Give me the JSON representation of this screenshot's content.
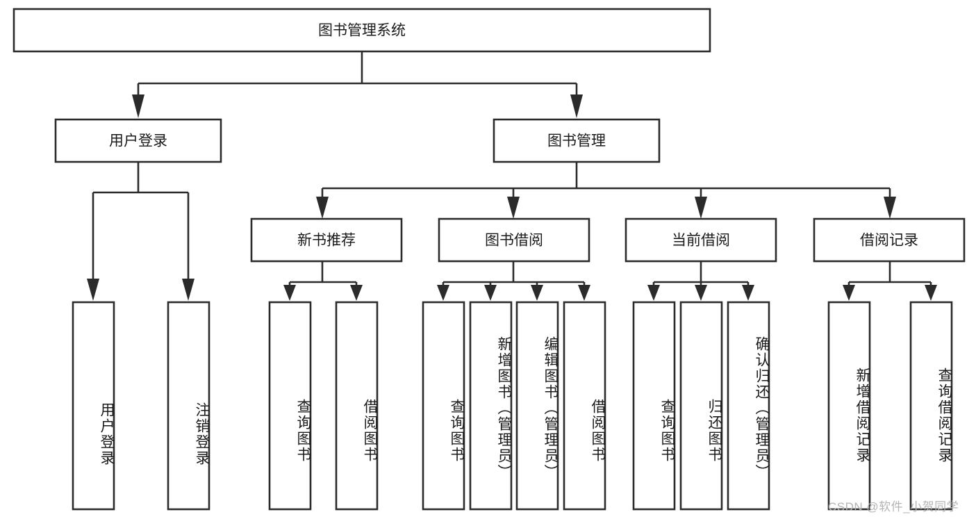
{
  "diagram": {
    "title": "图书管理系统",
    "type": "hierarchy-tree",
    "watermark": "CSDN @软件_小贺同学",
    "colors": {
      "box_stroke": "#2b2b2b",
      "box_fill": "#ffffff",
      "text": "#1a1a1a",
      "background": "#ffffff",
      "watermark": "#b4b4b4"
    },
    "levels": {
      "level1": [
        {
          "id": "root",
          "label": "图书管理系统",
          "orientation": "horizontal"
        }
      ],
      "level2": [
        {
          "id": "user-login",
          "label": "用户登录",
          "orientation": "horizontal"
        },
        {
          "id": "book-manage",
          "label": "图书管理",
          "orientation": "horizontal"
        }
      ],
      "level3": [
        {
          "id": "new-book-rec",
          "label": "新书推荐",
          "orientation": "horizontal",
          "parent": "book-manage"
        },
        {
          "id": "book-borrow",
          "label": "图书借阅",
          "orientation": "horizontal",
          "parent": "book-manage"
        },
        {
          "id": "current-borrow",
          "label": "当前借阅",
          "orientation": "horizontal",
          "parent": "book-manage"
        },
        {
          "id": "borrow-record",
          "label": "借阅记录",
          "orientation": "horizontal",
          "parent": "book-manage"
        }
      ],
      "level4": [
        {
          "id": "leaf-user-login",
          "label": "用户登录",
          "orientation": "vertical",
          "parent": "user-login"
        },
        {
          "id": "leaf-user-logout",
          "label": "注销登录",
          "orientation": "vertical",
          "parent": "user-login"
        },
        {
          "id": "leaf-query-book-1",
          "label": "查询图书",
          "orientation": "vertical",
          "parent": "new-book-rec"
        },
        {
          "id": "leaf-borrow-book-1",
          "label": "借阅图书",
          "orientation": "vertical",
          "parent": "new-book-rec"
        },
        {
          "id": "leaf-query-book-2",
          "label": "查询图书",
          "orientation": "vertical",
          "parent": "book-borrow"
        },
        {
          "id": "leaf-add-book",
          "label": "新增图书（管理员）",
          "orientation": "vertical",
          "parent": "book-borrow"
        },
        {
          "id": "leaf-edit-book",
          "label": "编辑图书（管理员）",
          "orientation": "vertical",
          "parent": "book-borrow"
        },
        {
          "id": "leaf-borrow-book-2",
          "label": "借阅图书",
          "orientation": "vertical",
          "parent": "book-borrow"
        },
        {
          "id": "leaf-query-book-3",
          "label": "查询图书",
          "orientation": "vertical",
          "parent": "current-borrow"
        },
        {
          "id": "leaf-return-book",
          "label": "归还图书",
          "orientation": "vertical",
          "parent": "current-borrow"
        },
        {
          "id": "leaf-confirm-return",
          "label": "确认归还（管理员）",
          "orientation": "vertical",
          "parent": "current-borrow"
        },
        {
          "id": "leaf-add-record",
          "label": "新增借阅记录",
          "orientation": "vertical",
          "parent": "borrow-record"
        },
        {
          "id": "leaf-query-record",
          "label": "查询借阅记录",
          "orientation": "vertical",
          "parent": "borrow-record"
        }
      ]
    }
  }
}
